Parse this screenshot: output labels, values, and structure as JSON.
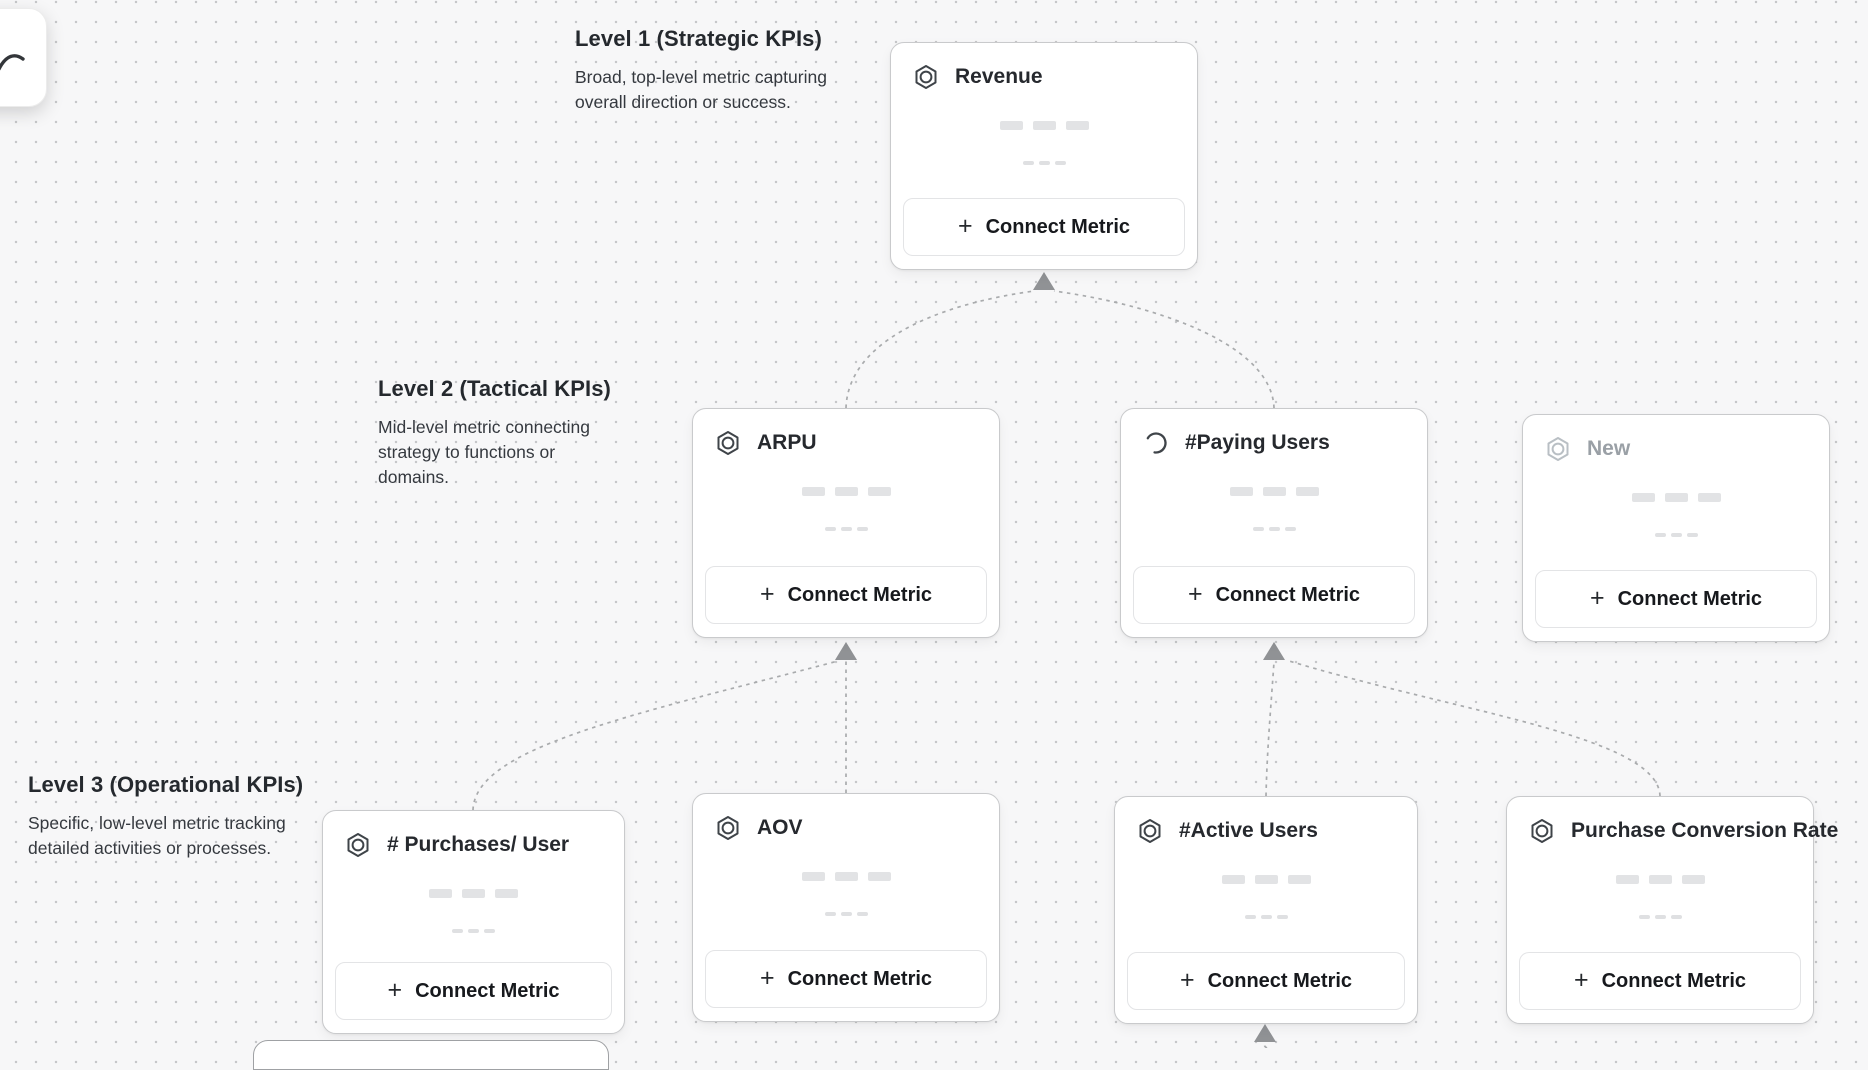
{
  "ui": {
    "connect_metric_label": "Connect Metric",
    "plus_glyph": "+"
  },
  "levels": [
    {
      "title": "Level 1 (Strategic KPIs)",
      "description": "Broad, top-level metric capturing overall direction or success."
    },
    {
      "title": "Level 2 (Tactical KPIs)",
      "description": "Mid-level metric connecting strategy to functions or domains."
    },
    {
      "title": "Level 3 (Operational KPIs)",
      "description": "Specific, low-level metric tracking detailed activities or processes."
    }
  ],
  "cards": [
    {
      "title": "Revenue",
      "level": 1,
      "state": "default"
    },
    {
      "title": "ARPU",
      "level": 2,
      "state": "default"
    },
    {
      "title": "#Paying Users",
      "level": 2,
      "state": "loading"
    },
    {
      "title": "New",
      "level": 2,
      "state": "unnamed"
    },
    {
      "title": "# Purchases/ User",
      "level": 3,
      "state": "default"
    },
    {
      "title": "AOV",
      "level": 3,
      "state": "default"
    },
    {
      "title": "#Active Users",
      "level": 3,
      "state": "default"
    },
    {
      "title": "Purchase Conversion Rate",
      "level": 3,
      "state": "default"
    }
  ],
  "colors": {
    "canvas_background": "#f7f7f8",
    "grid_dot": "#c6c7c9",
    "card_border": "#c9cacc",
    "edge": "#a9abad",
    "arrowhead": "#909295",
    "title_text": "#26292e",
    "muted_title_text": "#9aa0a6"
  }
}
